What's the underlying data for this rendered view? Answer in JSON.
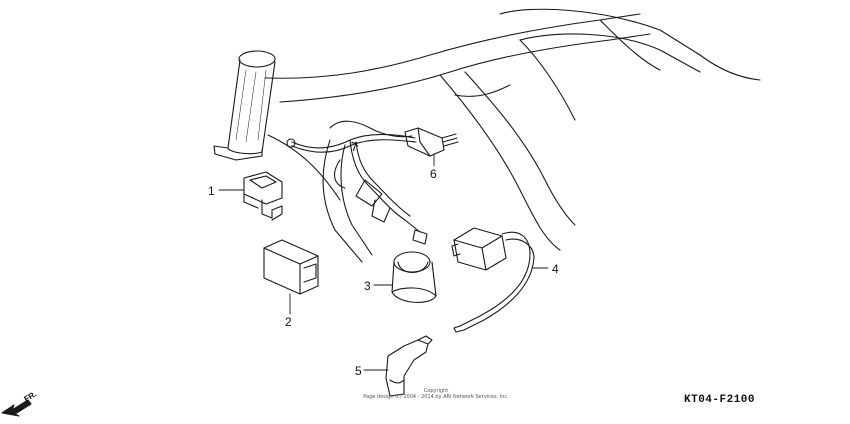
{
  "callouts": {
    "c1": "1",
    "c2": "2",
    "c3": "3",
    "c4": "4",
    "c5": "5",
    "c6": "6",
    "c7": "7"
  },
  "direction_label": "FR.",
  "copyright": {
    "line1": "Copyright",
    "line2": "Page design (c) 2004 - 2014 by ARI Network Services, Inc."
  },
  "diagram_code": "KT04-F2100"
}
